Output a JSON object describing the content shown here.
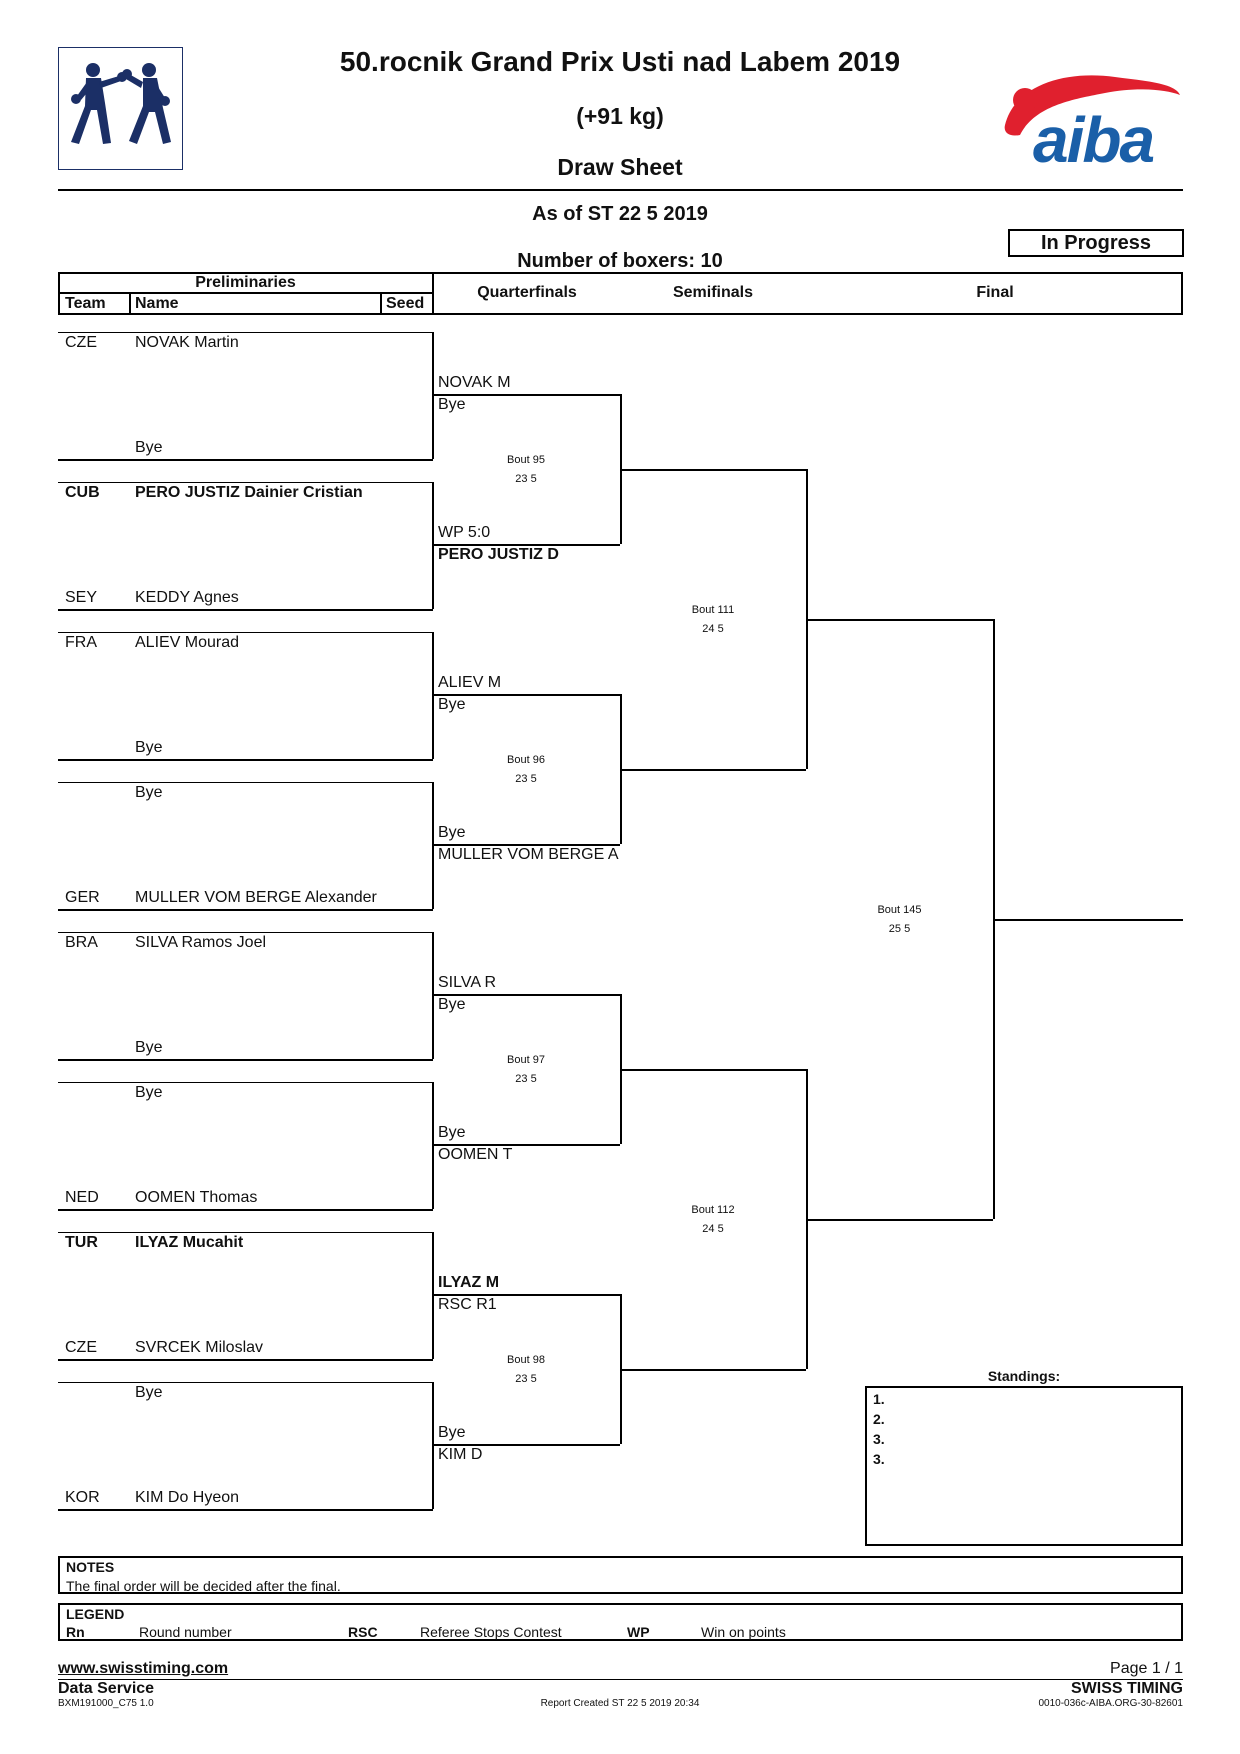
{
  "header": {
    "title": "50.rocnik Grand Prix Usti nad Labem 2019",
    "weight": "(+91 kg)",
    "sheet": "Draw Sheet",
    "as_of": "As of ST 22 5 2019",
    "boxers": "Number of boxers: 10",
    "status": "In Progress",
    "logo_text": "aiba"
  },
  "columns": {
    "preliminaries": "Preliminaries",
    "team": "Team",
    "name": "Name",
    "seed": "Seed",
    "quarterfinals": "Quarterfinals",
    "semifinals": "Semifinals",
    "final": "Final"
  },
  "entries": [
    {
      "team": "CZE",
      "name": "NOVAK Martin"
    },
    {
      "team": "",
      "name": "Bye"
    },
    {
      "team": "CUB",
      "name": "PERO JUSTIZ Dainier Cristian"
    },
    {
      "team": "SEY",
      "name": "KEDDY Agnes"
    },
    {
      "team": "FRA",
      "name": "ALIEV Mourad"
    },
    {
      "team": "",
      "name": "Bye"
    },
    {
      "team": "",
      "name": "Bye"
    },
    {
      "team": "GER",
      "name": "MULLER VOM BERGE Alexander"
    },
    {
      "team": "BRA",
      "name": "SILVA Ramos Joel"
    },
    {
      "team": "",
      "name": "Bye"
    },
    {
      "team": "",
      "name": "Bye"
    },
    {
      "team": "NED",
      "name": "OOMEN Thomas"
    },
    {
      "team": "TUR",
      "name": "ILYAZ Mucahit"
    },
    {
      "team": "CZE",
      "name": "SVRCEK Miloslav"
    },
    {
      "team": "",
      "name": "Bye"
    },
    {
      "team": "KOR",
      "name": "KIM Do Hyeon"
    }
  ],
  "quarterfinals": [
    {
      "top_name": "NOVAK M",
      "top_result": "Bye",
      "bottom_result": "WP 5:0",
      "bottom_name": "PERO JUSTIZ D",
      "bout": "Bout  95",
      "date": "23 5"
    },
    {
      "top_name": "ALIEV M",
      "top_result": "Bye",
      "bottom_result": "Bye",
      "bottom_name": "MULLER VOM BERGE A",
      "bout": "Bout  96",
      "date": "23 5"
    },
    {
      "top_name": "SILVA R",
      "top_result": "Bye",
      "bottom_result": "Bye",
      "bottom_name": "OOMEN T",
      "bout": "Bout  97",
      "date": "23 5"
    },
    {
      "top_name": "ILYAZ M",
      "top_result": "RSC R1",
      "bottom_result": "Bye",
      "bottom_name": "KIM D",
      "bout": "Bout  98",
      "date": "23 5"
    }
  ],
  "semifinals": [
    {
      "bout": "Bout  111",
      "date": "24 5"
    },
    {
      "bout": "Bout  112",
      "date": "24 5"
    }
  ],
  "final": {
    "bout": "Bout  145",
    "date": "25 5"
  },
  "standings": {
    "title": "Standings:",
    "places": [
      "1.",
      "2.",
      "3.",
      "3."
    ]
  },
  "notes": {
    "title": "NOTES",
    "text": "The final order will be decided after the final."
  },
  "legend": {
    "title": "LEGEND",
    "items": [
      {
        "code": "Rn",
        "desc": "Round number"
      },
      {
        "code": "RSC",
        "desc": "Referee Stops Contest"
      },
      {
        "code": "WP",
        "desc": "Win on points"
      }
    ]
  },
  "footer": {
    "website": "www.swisstiming.com",
    "service": "Data Service",
    "code": "BXM191000_C75 1.0",
    "page": "Page 1 / 1",
    "brand": "SWISS TIMING",
    "created": "Report Created  ST 22 5 2019 20:34",
    "doc_id": "0010-036c-AIBA.ORG-30-82601"
  },
  "colors": {
    "aiba_blue": "#1a5fa8",
    "aiba_red": "#e0202e",
    "logo_navy": "#1b2f66"
  }
}
